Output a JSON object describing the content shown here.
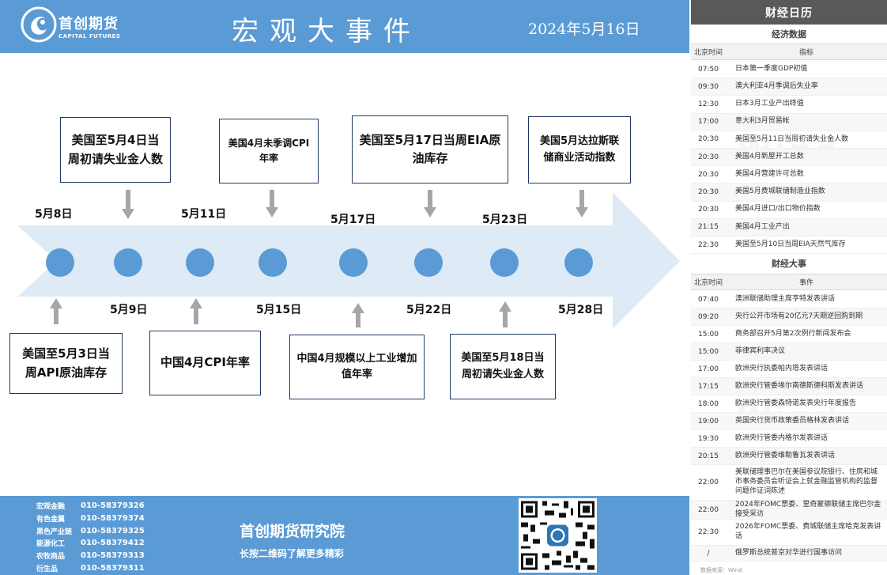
{
  "header": {
    "logo_name": "首创期货",
    "logo_sub": "CAPITAL FUTURES",
    "title": "宏观大事件",
    "date": "2024年5月16日"
  },
  "timeline": {
    "top_events": [
      {
        "text": "美国至5月4日当周初请失业金人数"
      },
      {
        "text": "美国4月未季调CPI年率"
      },
      {
        "text": "美国至5月17日当周EIA原油库存"
      },
      {
        "text": "美国5月达拉斯联储商业活动指数"
      }
    ],
    "bottom_events": [
      {
        "text": "美国至5月3日当周API原油库存"
      },
      {
        "text": "中国4月CPI年率"
      },
      {
        "text": "中国4月规模以上工业增加值年率"
      },
      {
        "text": "美国至5月18日当周初请失业金人数"
      }
    ],
    "top_dates": [
      "5月8日",
      "5月11日",
      "5月17日",
      "5月23日"
    ],
    "bottom_dates": [
      "5月9日",
      "5月15日",
      "5月22日",
      "5月28日"
    ]
  },
  "footer": {
    "contacts": [
      {
        "name": "宏观金融",
        "phone": "010-58379326"
      },
      {
        "name": "有色金属",
        "phone": "010-58379374"
      },
      {
        "name": "黑色产业链",
        "phone": "010-58379325"
      },
      {
        "name": "能源化工",
        "phone": "010-58379412"
      },
      {
        "name": "农牧商品",
        "phone": "010-58379313"
      },
      {
        "name": "衍生品",
        "phone": "010-58379311"
      }
    ],
    "institute": "首创期货研究院",
    "slogan": "长按二维码了解更多精彩"
  },
  "calendar": {
    "title": "财经日历",
    "econ_title": "经济数据",
    "econ_headers": {
      "time": "北京时间",
      "name": "指标"
    },
    "econ_rows": [
      {
        "time": "07:50",
        "text": "日本第一季度GDP初值"
      },
      {
        "time": "09:30",
        "text": "澳大利亚4月季调后失业率"
      },
      {
        "time": "12:30",
        "text": "日本3月工业产出终值"
      },
      {
        "time": "17:00",
        "text": "意大利3月贸易帐"
      },
      {
        "time": "20:30",
        "text": "美国至5月11日当周初请失业金人数"
      },
      {
        "time": "20:30",
        "text": "美国4月新屋开工总数"
      },
      {
        "time": "20:30",
        "text": "美国4月营建许可总数"
      },
      {
        "time": "20:30",
        "text": "美国5月费城联储制造业指数"
      },
      {
        "time": "20:30",
        "text": "美国4月进口/出口物价指数"
      },
      {
        "time": "21:15",
        "text": "美国4月工业产出"
      },
      {
        "time": "22:30",
        "text": "美国至5月10日当周EIA天然气库存"
      }
    ],
    "event_title": "财经大事",
    "event_headers": {
      "time": "北京时间",
      "name": "事件"
    },
    "event_rows": [
      {
        "time": "07:40",
        "text": "澳洲联储助理主席亨特发表讲话"
      },
      {
        "time": "09:20",
        "text": "央行公开市场有20亿元7天期逆回购到期"
      },
      {
        "time": "15:00",
        "text": "商务部召开5月第2次例行新闻发布会"
      },
      {
        "time": "15:00",
        "text": "菲律宾利率决议"
      },
      {
        "time": "17:00",
        "text": "欧洲央行执委帕内塔发表讲话"
      },
      {
        "time": "17:15",
        "text": "欧洲央行管委埃尔南德斯德科斯发表讲话"
      },
      {
        "time": "18:00",
        "text": "欧洲央行管委森特诺发表央行年度报告"
      },
      {
        "time": "19:00",
        "text": "英国央行货币政策委员格林发表讲话"
      },
      {
        "time": "19:30",
        "text": "欧洲央行管委内格尔发表讲话"
      },
      {
        "time": "20:15",
        "text": "欧洲央行管委维勒鲁瓦发表讲话"
      },
      {
        "time": "22:00",
        "text": "美联储理事巴尔在美国参议院银行、住房和城市事务委员会听证会上就金融监管机构的监督问题作证词陈述"
      },
      {
        "time": "22:00",
        "text": "2024年FOMC票委、里奇蒙德联储主席巴尔金接受采访"
      },
      {
        "time": "22:30",
        "text": "2026年FOMC票委、费城联储主席哈克发表讲话"
      },
      {
        "time": "/",
        "text": "俄罗斯总统普京对华进行国事访问"
      }
    ],
    "source_note": "数据来源：Wind"
  },
  "colors": {
    "brand_blue": "#5b9bd5",
    "node_blue": "#5b9bd5",
    "arrow_fill": "#deeaf6",
    "box_border": "#203864",
    "calendar_header": "#595959"
  }
}
